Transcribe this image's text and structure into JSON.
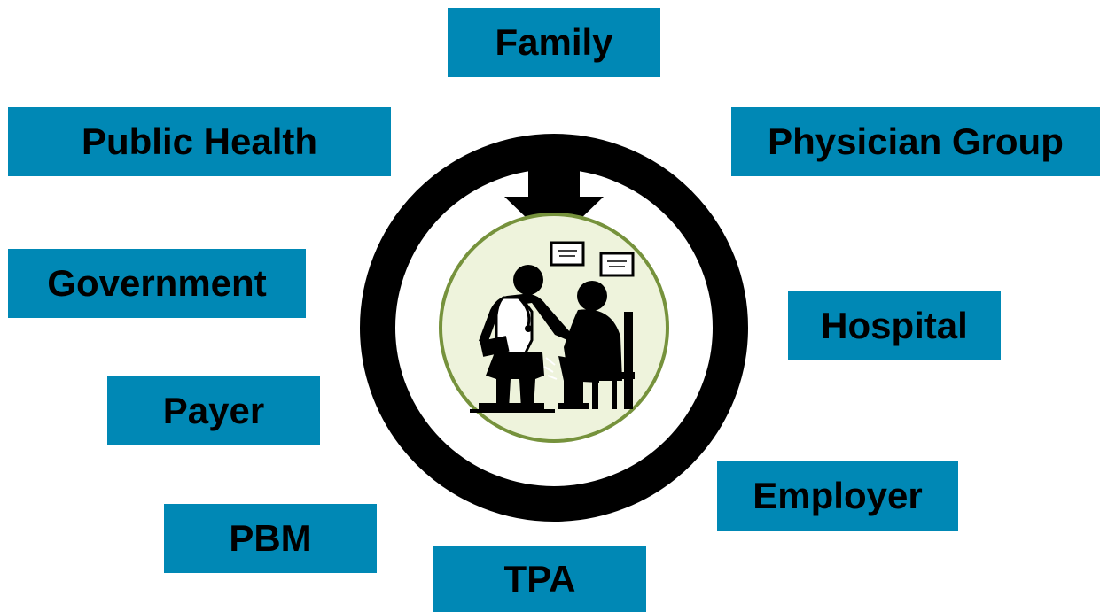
{
  "diagram": {
    "nodes": [
      {
        "id": "family",
        "label": "Family"
      },
      {
        "id": "public-health",
        "label": "Public Health"
      },
      {
        "id": "physician-group",
        "label": "Physician Group"
      },
      {
        "id": "government",
        "label": "Government"
      },
      {
        "id": "hospital",
        "label": "Hospital"
      },
      {
        "id": "payer",
        "label": "Payer"
      },
      {
        "id": "employer",
        "label": "Employer"
      },
      {
        "id": "pbm",
        "label": "PBM"
      },
      {
        "id": "tpa",
        "label": "TPA"
      }
    ],
    "center": {
      "icon": "doctor-patient-icon",
      "ring": "circular-arrow-icon"
    },
    "colors": {
      "box_fill": "#0088b5",
      "box_text": "#000000",
      "ring": "#000000",
      "inner_circle_fill": "#eef3dc",
      "inner_circle_border": "#76923c"
    }
  }
}
